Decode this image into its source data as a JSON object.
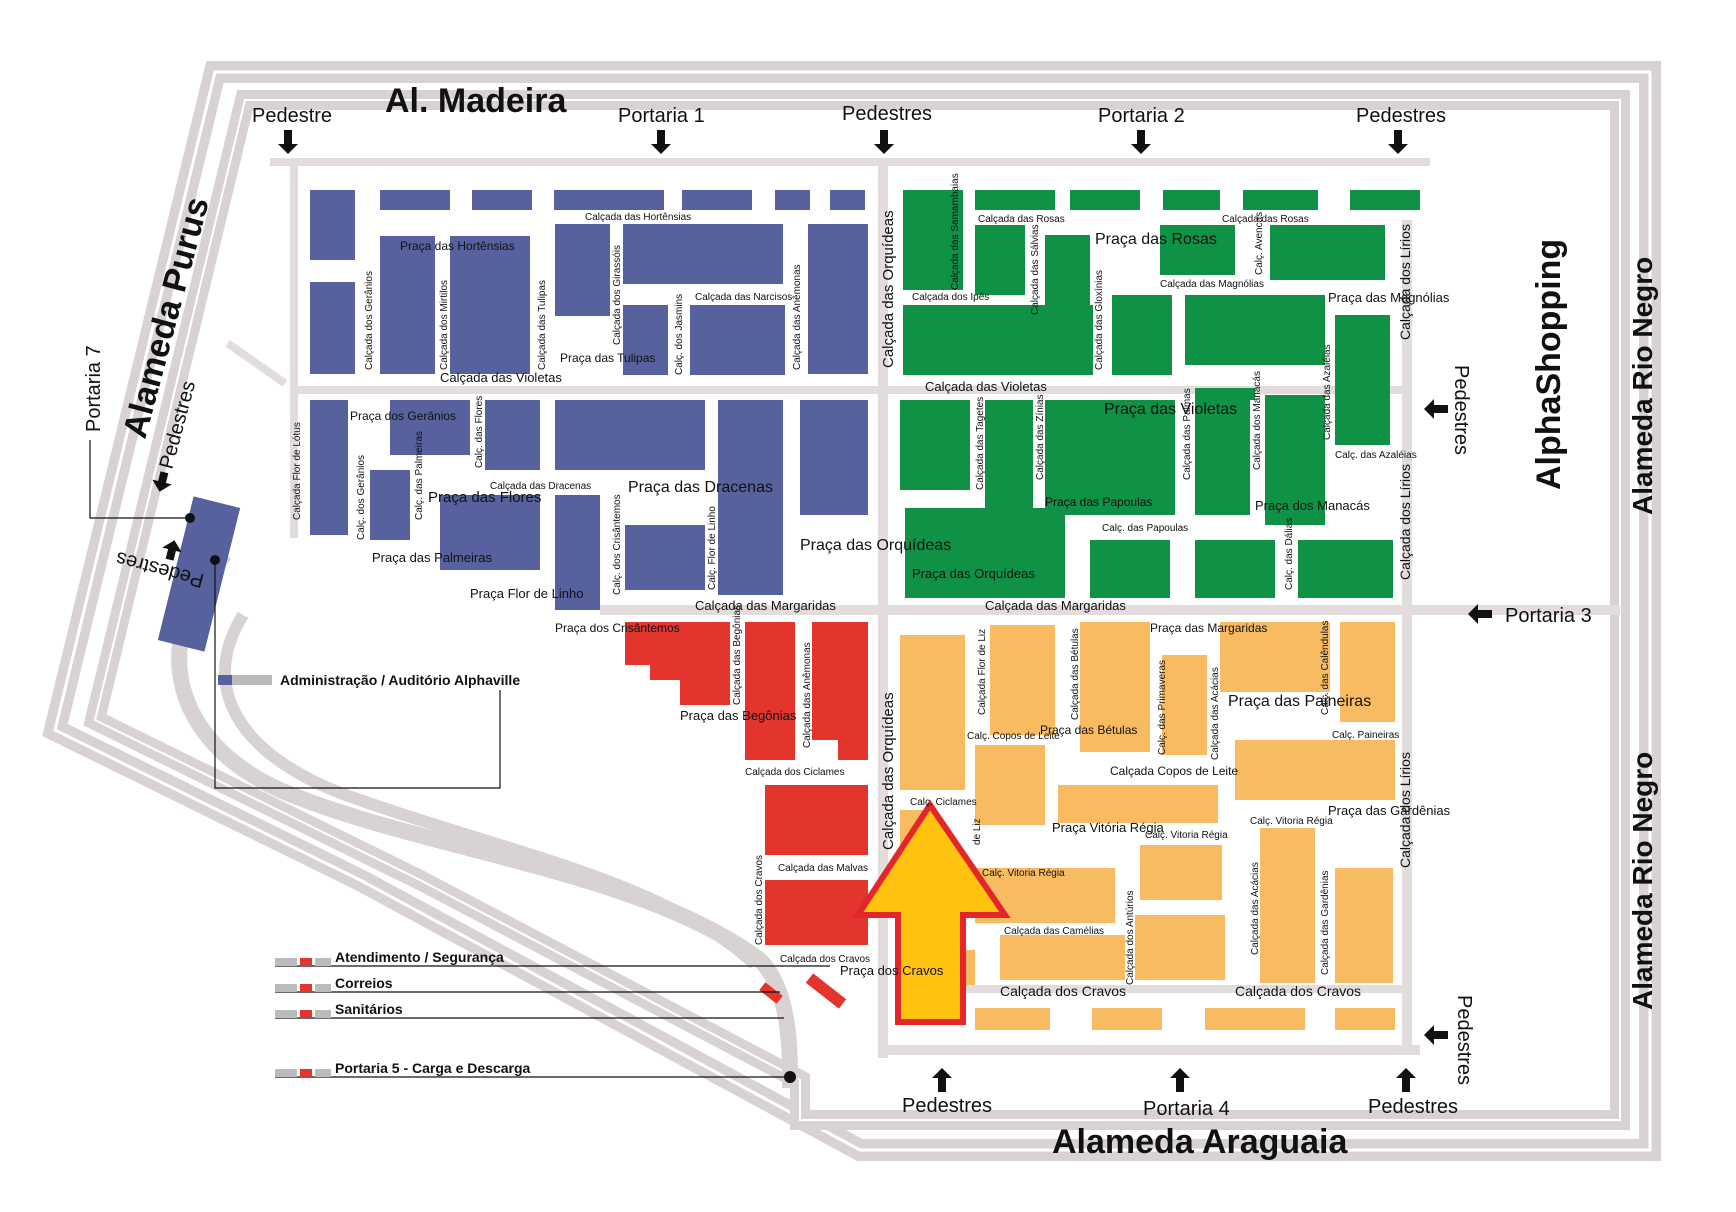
{
  "colors": {
    "road": "#d8d2d2",
    "blue_block": "#56619e",
    "green_block": "#0f9246",
    "red_block": "#e3352e",
    "orange_block": "#f8bb62",
    "arrow_fill": "#ffc20e",
    "arrow_outline": "#e3262a"
  },
  "streets": {
    "al_madeira": "Al. Madeira",
    "alameda_purus": "Alameda Purus",
    "alameda_araguaia": "Alameda Araguaia",
    "alameda_rio_negro_top": "Alameda Rio Negro",
    "alameda_rio_negro_bottom": "Alameda Rio Negro",
    "alphashopping": "AlphaShopping"
  },
  "gates": {
    "pedestre_nw": "Pedestre",
    "portaria_1": "Portaria 1",
    "pedestres_top_center": "Pedestres",
    "portaria_2": "Portaria 2",
    "pedestres_top_right": "Pedestres",
    "portaria_7": "Portaria 7",
    "pedestres_purus": "Pedestres",
    "pedestres_purus_inverted": "Pedestres",
    "pedestres_east": "Pedestres",
    "portaria_3": "Portaria 3",
    "pedestres_se_side": "Pedestres",
    "pedestres_bottom_left": "Pedestres",
    "portaria_4": "Portaria 4",
    "pedestres_bottom_right": "Pedestres"
  },
  "squares": {
    "hortensias": "Praça das Hortênsias",
    "tulipas": "Praça das Tulipas",
    "geranios": "Praça dos Gerânios",
    "flores": "Praça das Flores",
    "palmeiras": "Praça das Palmeiras",
    "flor_de_linho": "Praça Flor de Linho",
    "dracenas": "Praça das Dracenas",
    "crisantemos": "Praça dos Crisântemos",
    "orquideas_blue": "Praça das Orquídeas",
    "rosas": "Praça das Rosas",
    "magnolias": "Praça das Magnólias",
    "violetas": "Praça das Violetas",
    "papoulas": "Praça das Papoulas",
    "manacas": "Praça dos Manacás",
    "orquideas_green": "Praça das Orquídeas",
    "begonias": "Praça das Begônias",
    "margaridas": "Praça das Margaridas",
    "paineiras": "Praça das Paineiras",
    "betulas": "Praça das Bétulas",
    "vitoria_regia": "Praça Vitória Régia",
    "gardenias": "Praça das Gardênias",
    "cravos": "Praça dos Cravos"
  },
  "walkways": {
    "orquideas_top": "Calçada das Orquídeas",
    "orquideas_bottom": "Calçada das Orquídeas",
    "violetas_left": "Calçada das Violetas",
    "violetas_right": "Calçada das Violetas",
    "margaridas_left": "Calçada das Margaridas",
    "margaridas_right": "Calçada das Margaridas",
    "lirios_1": "Calçada dos Lírios",
    "lirios_2": "Calçada dos Lírios",
    "lirios_3": "Calçada dos Lírios",
    "cravos_left": "Calçada dos Cravos",
    "cravos_right": "Calçada dos Cravos",
    "hortensias": "Calçada das Hortênsias",
    "rosas_1": "Calçada das Rosas",
    "rosas_2": "Calçada das Rosas",
    "geranios": "Calçada dos Gerânios",
    "mirtilos": "Calçada dos Mirtilos",
    "tulipas": "Calçada das Tulipas",
    "girassois": "Calçada dos Girassóis",
    "jasmins": "Calç. dos Jasmins",
    "narcisos": "Calçada das Narcisos",
    "anemonas_blue": "Calçada das Anêmonas",
    "samambaias": "Calçada das Samambaias",
    "ipes": "Calçada dos Ipês",
    "salvias": "Calçada das Sálvias",
    "gloxinias": "Calçada das Gloxínias",
    "magnolias": "Calçada das Magnólias",
    "avencas": "Calç. Avencas",
    "azaleias_1": "Calçada das Azaléias",
    "azaleias_2": "Calç. das Azaléias",
    "flor_de_lotus": "Calçada Flor de Lótus",
    "calc_flores": "Calç. das Flores",
    "calc_geranios": "Calç. dos Gerânios",
    "calc_palmeiras": "Calç. das Palmeiras",
    "dracenas": "Calçada das Dracenas",
    "crisantemos": "Calç. dos Crisântemos",
    "flor_de_linho": "Calç. Flor de Linho",
    "tagetes": "Calçada das Tagetes",
    "zinias": "Calçada das Zínias",
    "calc_papoulas": "Calç. das Papoulas",
    "palmas": "Calçada das Palmas",
    "manacas": "Calçada dos Manacás",
    "dalias": "Calç. das Dálias",
    "begonias": "Calçada das Begônias",
    "anemonas_red": "Calçada das Anêmonas",
    "ciclames": "Calçada dos Ciclames",
    "malvas": "Calçada das Malvas",
    "cravos_red_bottom": "Calçada dos Cravos",
    "cravos_vertical": "Calçada dos Cravos",
    "flor_de_liz_1": "Calçada Flor de Liz",
    "flor_de_liz_2": "de Liz",
    "betulas": "Calçada das Bétulas",
    "primaveras": "Calç. das Primaveras",
    "acacias_1": "Calçada das Acácias",
    "acacias_2": "Calçada das Acácias",
    "calendulas": "Calç. das Calêndulas",
    "copos_leite_1": "Calç. Copos de Leite",
    "copos_leite_2": "Calçada Copos de Leite",
    "calc_paineiras": "Calç. Paineiras",
    "calc_ciclames": "Calç. Ciclames",
    "vitoria_regia_1": "Calç. Vitoria Régia",
    "vitoria_regia_2": "Calç. Vitoria Régia",
    "vitoria_regia_3": "Calç. Vitoria Régia",
    "camelias": "Calçada das Camélias",
    "anturios": "Calçada dos Antúrios",
    "gardenias": "Calçada das Gardênias"
  },
  "legend": {
    "administracao": "Administração / Auditório Alphaville",
    "atendimento": "Atendimento / Segurança",
    "correios": "Correios",
    "sanitarios": "Sanitários",
    "portaria_5": "Portaria 5 - Carga e Descarga"
  },
  "marker": {
    "icon": "up-arrow-you-are-here"
  }
}
